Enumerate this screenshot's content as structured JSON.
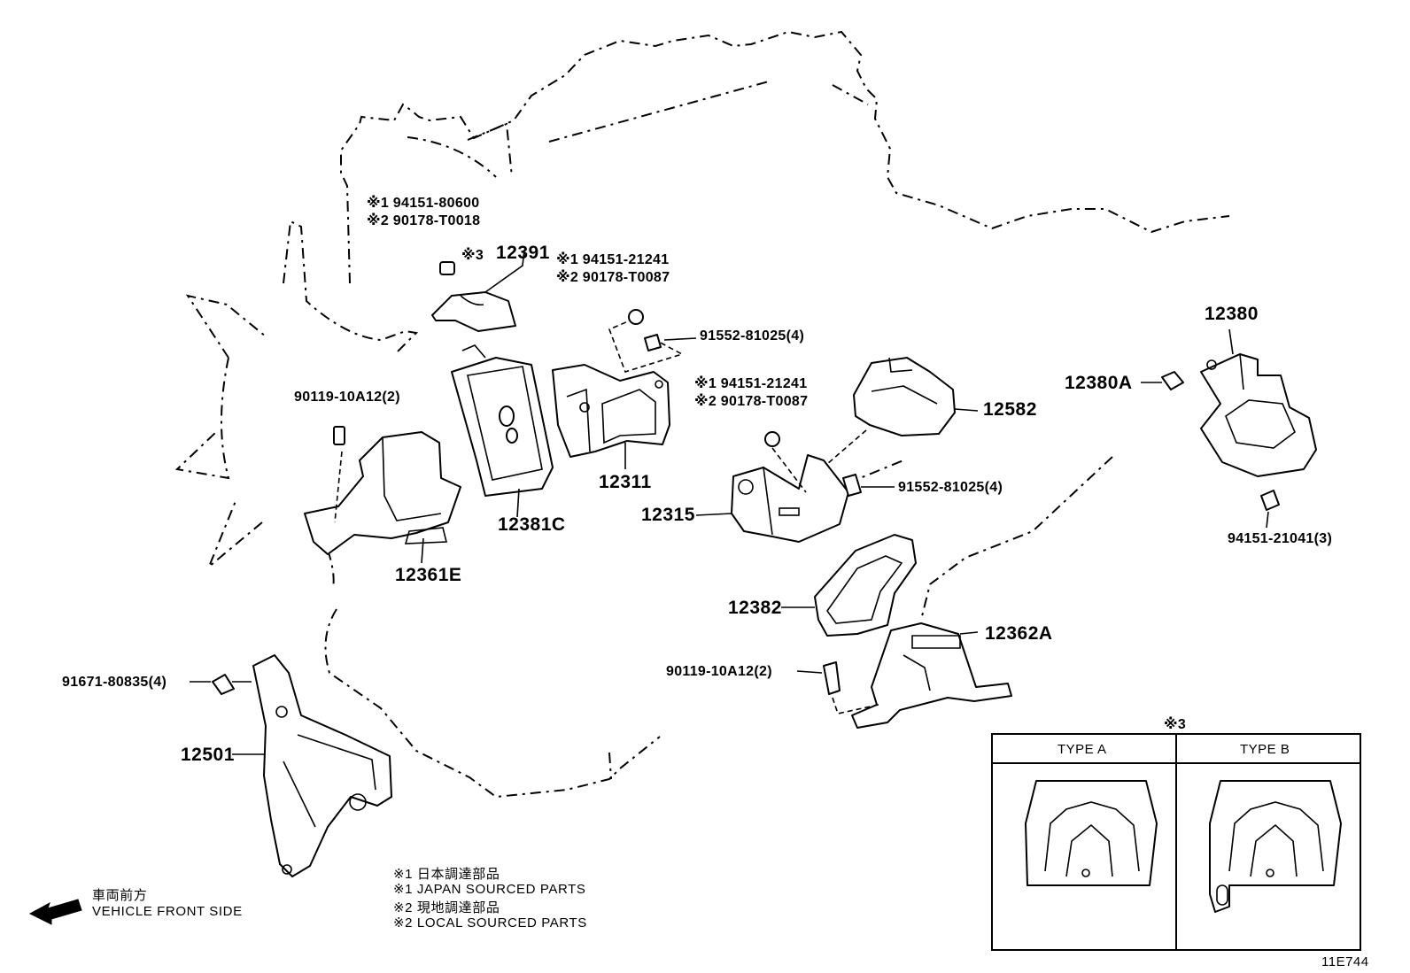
{
  "diagram": {
    "part_labels": {
      "p12391": "12391",
      "p12311": "12311",
      "p12381c": "12381C",
      "p12361e": "12361E",
      "p12315": "12315",
      "p12582": "12582",
      "p12380": "12380",
      "p12380a": "12380A",
      "p12382": "12382",
      "p12362a": "12362A",
      "p12501": "12501"
    },
    "fastener_labels": {
      "f1_a": "※1 94151-80600",
      "f1_b": "※2 90178-T0018",
      "f1_ref": "※3",
      "f2_a": "※1 94151-21241",
      "f2_b": "※2 90178-T0087",
      "f3": "91552-81025(4)",
      "f4": "90119-10A12(2)",
      "f5_a": "※1 94151-21241",
      "f5_b": "※2 90178-T0087",
      "f6": "91552-81025(4)",
      "f7": "94151-21041(3)",
      "f8": "90119-10A12(2)",
      "f9": "91671-80835(4)"
    },
    "notes": {
      "n1": "※1  日本調達部品",
      "n2": "※1  JAPAN SOURCED PARTS",
      "n3": "※2  現地調達部品",
      "n4": "※2  LOCAL SOURCED PARTS"
    },
    "direction": {
      "line1": "車両前方",
      "line2": "VEHICLE FRONT SIDE"
    },
    "type_table": {
      "ref": "※3",
      "col_a": "TYPE A",
      "col_b": "TYPE B"
    },
    "figure_code": "11E744"
  }
}
